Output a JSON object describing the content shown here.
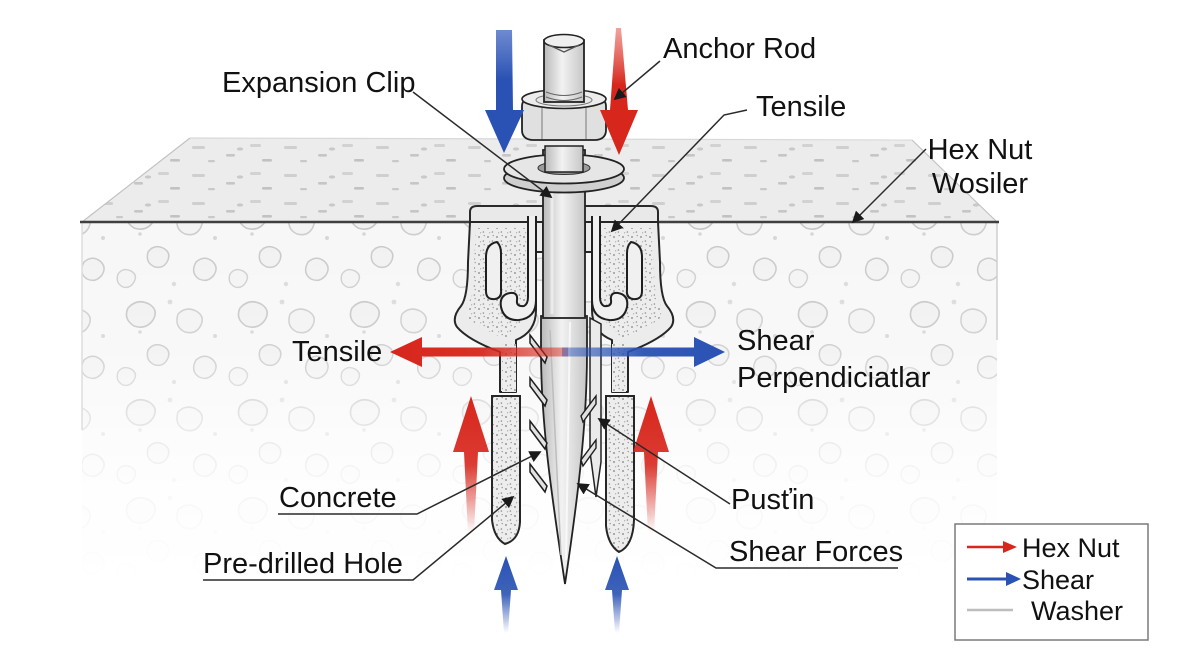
{
  "diagram": {
    "subject": "concrete expansion anchor cross-section",
    "labels": {
      "expansion_clip": "Expansion Clip",
      "anchor_rod": "Anchor Rod",
      "tensile_top": "Tensile",
      "hex_nut_washer_line1": "Hex Nut",
      "hex_nut_washer_line2": "Wosiler",
      "tensile_mid": "Tensile",
      "shear_line1": "Shear",
      "shear_line2": "Perpendiciatlar",
      "concrete": "Concrete",
      "predrilled_hole": "Pre-drilled Hole",
      "pustin": "Pusťin",
      "shear_forces": "Shear Forces"
    }
  },
  "legend": {
    "items": [
      {
        "label": "Hex Nut",
        "marker": "red-arrow",
        "color": "#d7261c"
      },
      {
        "label": "Shear",
        "marker": "blue-arrow",
        "color": "#2a52b4"
      },
      {
        "label": "Washer",
        "marker": "gray-line",
        "color": "#bdbdbd"
      }
    ]
  },
  "colors": {
    "red": "#d7261c",
    "blue": "#2a52b4",
    "outline": "#222222",
    "concrete_top": "#ececec",
    "concrete_front": "#f7f7f7",
    "metal": "#dcdcdc",
    "text": "#111111"
  }
}
